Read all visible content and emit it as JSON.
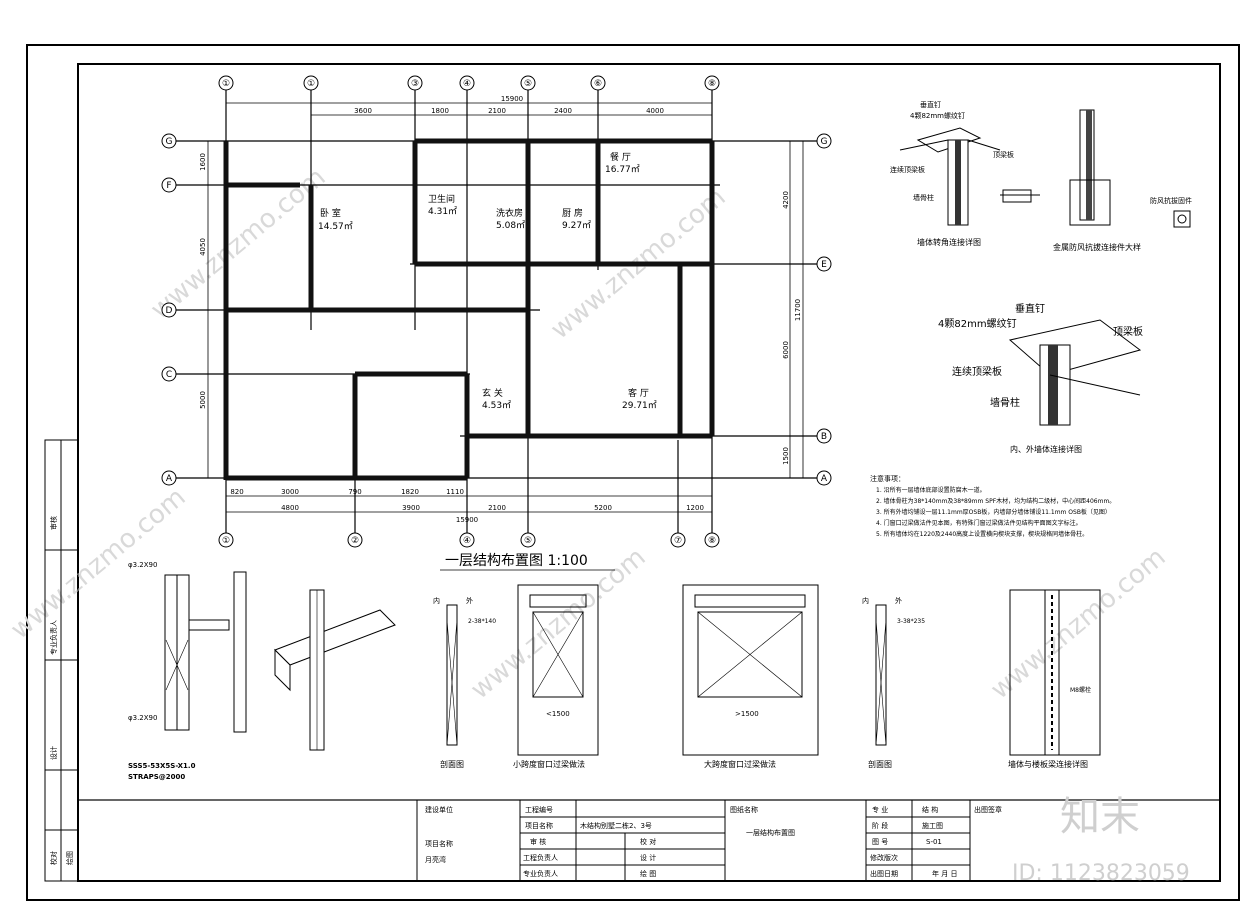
{
  "drawing": {
    "title": "一层结构布置图  1:100",
    "overall_dim_top": "15900",
    "overall_dim_bottom": "15900",
    "overall_dim_right": "11700",
    "axes_top": [
      "①",
      "①",
      "③",
      "④",
      "⑤",
      "⑥",
      "⑧"
    ],
    "axes_bottom": [
      "①",
      "②",
      "④",
      "⑤",
      "⑦",
      "⑧"
    ],
    "axes_right": [
      "G",
      "E",
      "B",
      "A"
    ],
    "axes_left": [
      "G",
      "F",
      "D",
      "C",
      "A"
    ],
    "dims_top": [
      "3600",
      "1800",
      "2100",
      "2400",
      "4000"
    ],
    "dims_bottom_row1": [
      "820",
      "3000",
      "790",
      "1820",
      "1110"
    ],
    "dims_bottom_row2": [
      "4800",
      "3900",
      "2100",
      "5200",
      "1200"
    ],
    "dims_right": [
      "4200",
      "6000",
      "1500"
    ],
    "dims_left": [
      "1600",
      "4050",
      "5000"
    ]
  },
  "rooms": [
    {
      "name": "卧 室",
      "area": "14.57㎡"
    },
    {
      "name": "卫生间",
      "area": "4.31㎡"
    },
    {
      "name": "洗衣房",
      "area": "5.08㎡"
    },
    {
      "name": "厨 房",
      "area": "9.27㎡"
    },
    {
      "name": "餐 厅",
      "area": "16.77㎡"
    },
    {
      "name": "玄 关",
      "area": "4.53㎡"
    },
    {
      "name": "客 厅",
      "area": "29.71㎡"
    }
  ],
  "details": {
    "d1_title": "墙体转角连接详图",
    "d1_label1": "垂直钉",
    "d1_label2": "4颗82mm螺纹钉",
    "d1_label3": "顶梁板",
    "d1_label4": "连续顶梁板",
    "d1_label5": "墙骨柱",
    "d2_title": "金属防风抗拔连接件大样",
    "d2_label1": "防风抗拔固件",
    "d3_title": "内、外墙体连接详图",
    "d3_label1": "垂直钉",
    "d3_label2": "4颗82mm螺纹钉",
    "d3_label3": "顶梁板",
    "d3_label4": "连续顶梁板",
    "d3_label5": "墙骨柱",
    "notes_title": "注意事项：",
    "notes": [
      "1. 沿所有一层墙体底部设置防腐木一道。",
      "2. 墙体骨柱为38*140mm及38*89mm SPF木材，均为结构二级材，中心间距406mm。",
      "3. 所有外墙均铺设一层11.1mm厚OSB板，内墙部分墙体铺设11.1mm OSB板（见图）",
      "4. 门窗口过梁做法件见本图，有特殊门窗过梁做法件见结构平面图文字标注。",
      "5. 所有墙体均在1220及2440高度上设置横向楔块支撑，楔块规格同墙体骨柱。"
    ],
    "s1_label1": "φ3.2X90",
    "s1_label2": "φ3.2X90",
    "s1_note1": "SSS5-53X5S-X1.0",
    "s1_note2": "STRAPS@2000",
    "sec1_title": "剖面图",
    "sec1_in": "内",
    "sec1_out": "外",
    "sec1_spec": "2-38*140",
    "small_title": "小跨度窗口过梁做法",
    "small_dim": "<1500",
    "large_title": "大跨度窗口过梁做法",
    "large_dim": ">1500",
    "sec2_title": "剖面图",
    "sec2_in": "内",
    "sec2_out": "外",
    "sec2_spec": "3-38*235",
    "floor_title": "墙体与楼板梁连接详图",
    "floor_label": "M8螺栓"
  },
  "titleblock": {
    "side_labels": [
      "审核",
      "专业负责人",
      "设计",
      "校对",
      "绘图"
    ],
    "client_label": "建设单位",
    "project_no_label": "工程编号",
    "project_name_label": "项目名称",
    "project_name_value": "木结构别墅二栋2、3号",
    "review_label": "审 核",
    "check_label": "校 对",
    "chief_label": "工程负责人",
    "design_label": "设 计",
    "pro_chief_label": "专业负责人",
    "draw_label": "绘 图",
    "item_label": "项目名称",
    "item_value": "月亮湾",
    "sheet_name_label": "图纸名称",
    "sheet_name_value": "一层结构布置图",
    "discipline_label": "专 业",
    "discipline_value": "结 构",
    "stage_label": "阶 段",
    "stage_value": "施工图",
    "sheet_no_label": "图 号",
    "sheet_no_value": "S-01",
    "rev_label": "修改版次",
    "date_label": "出图日期",
    "date_value": "年 月 日",
    "stamp_label": "出图签章"
  },
  "watermark": {
    "logo": "知末",
    "id": "ID: 1123823059",
    "site": "www.znzmo.com"
  }
}
